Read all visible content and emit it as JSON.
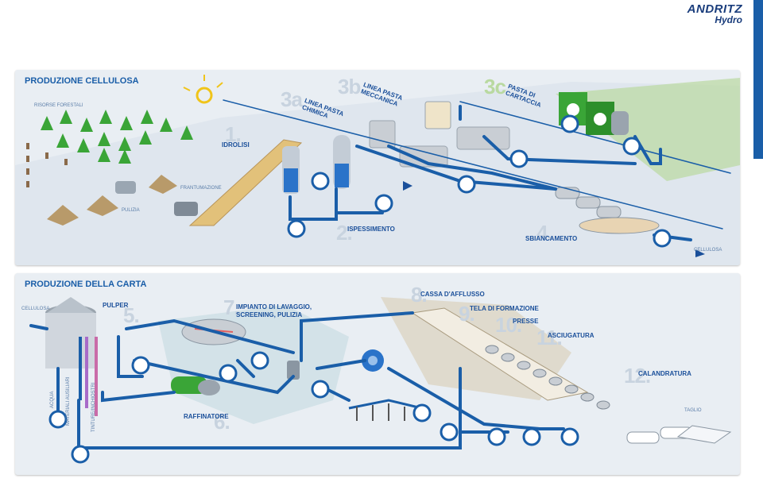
{
  "brand": {
    "name": "ANDRITZ",
    "sub": "Hydro"
  },
  "pulp": {
    "title": "PRODUZIONE CELLULOSA",
    "labels": {
      "forest": "RISORSE FORESTALI",
      "chipping": "FRANTUMAZIONE",
      "cleaning": "PULIZIA",
      "cellulose": "CELLULOSA"
    },
    "steps": {
      "s1_num": "1.",
      "s1": "IDROLISI",
      "s2_num": "2.",
      "s2": "ISPESSIMENTO",
      "s3a_num": "3a",
      "s3a": "LINEA PASTA CHIMICA",
      "s3b_num": "3b",
      "s3b": "LINEA PASTA MECCANICA",
      "s3c_num": "3c",
      "s3c": "PASTA DI CARTACCIA",
      "s4_num": "4.",
      "s4": "SBIANCAMENTO"
    }
  },
  "paper": {
    "title": "PRODUZIONE DELLA CARTA",
    "labels": {
      "cellulose": "CELLULOSA",
      "water": "ACQUA",
      "aux": "MATERIALI AUSILIARI",
      "inks": "TINTURE/INCHIOSTRI",
      "cut": "TAGLIO"
    },
    "steps": {
      "s5_num": "5.",
      "s5": "PULPER",
      "s6_num": "6.",
      "s6": "RAFFINATORE",
      "s7_num": "7.",
      "s7": "IMPIANTO DI LAVAGGIO, SCREENING, PULIZIA",
      "s8_num": "8.",
      "s8": "CASSA D'AFFLUSSO",
      "s9_num": "9.",
      "s9": "TELA DI FORMAZIONE",
      "s10_num": "10.",
      "s10": "PRESSE",
      "s11_num": "11.",
      "s11": "ASCIUGATURA",
      "s12_num": "12.",
      "s12": "CALANDRATURA"
    }
  },
  "colors": {
    "pipe": "#1a5ea8",
    "accent": "#1a5ea8",
    "green": "#3aa537",
    "panel": "#e9eef3"
  }
}
